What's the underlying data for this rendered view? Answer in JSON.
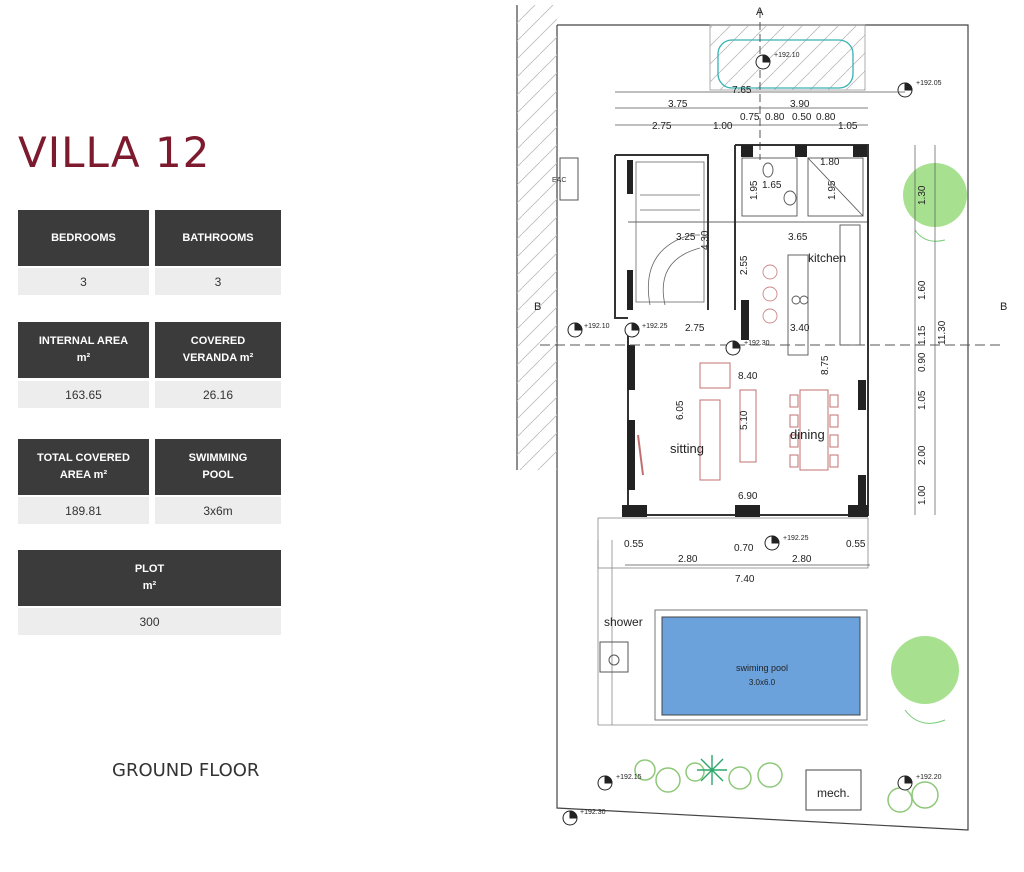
{
  "title": "VILLA 12",
  "specs": {
    "bedrooms": {
      "label": "BEDROOMS",
      "value": "3"
    },
    "bathrooms": {
      "label": "BATHROOMS",
      "value": "3"
    },
    "internal_area": {
      "label_1": "INTERNAL AREA",
      "label_2": "m²",
      "value": "163.65"
    },
    "covered_veranda": {
      "label_1": "COVERED",
      "label_2": "VERANDA m²",
      "value": "26.16"
    },
    "total_covered": {
      "label_1": "TOTAL COVERED",
      "label_2": "AREA m²",
      "value": "189.81"
    },
    "swimming_pool": {
      "label_1": "SWIMMING",
      "label_2": "POOL",
      "value": "3x6m"
    },
    "plot": {
      "label_1": "PLOT",
      "label_2": "m²",
      "value": "300"
    }
  },
  "floor_label": "GROUND FLOOR",
  "plan": {
    "section_a": "A",
    "section_b": "B",
    "rooms": {
      "kitchen": "kitchen",
      "sitting": "sitting",
      "dining": "dining",
      "shower": "shower",
      "pool_name": "swiming pool",
      "pool_size": "3.0x6.0",
      "mech": "mech.",
      "eac": "EAC"
    },
    "levels": {
      "parking": "+192.10",
      "top_right": "+192.05",
      "left_entry": "+192.10",
      "left_entry_2": "+192.25",
      "center": "+192.30",
      "veranda": "+192.25",
      "bottom_left": "+192.15",
      "bottom_right": "+192.20",
      "bottom_corner": "+192.30"
    },
    "dims": {
      "d_765": "7.65",
      "d_375": "3.75",
      "d_390": "3.90",
      "d_275_top": "2.75",
      "d_100": "1.00",
      "d_075": "0.75",
      "d_080a": "0.80",
      "d_050": "0.50",
      "d_080b": "0.80",
      "d_105": "1.05",
      "d_180": "1.80",
      "d_195a": "1.95",
      "d_165": "1.65",
      "d_195b": "1.95",
      "d_325": "3.25",
      "d_430": "4.30",
      "d_365": "3.65",
      "d_255": "2.55",
      "d_275_mid": "2.75",
      "d_340": "3.40",
      "d_840": "8.40",
      "d_875": "8.75",
      "d_605": "6.05",
      "d_510": "5.10",
      "d_690": "6.90",
      "d_055a": "0.55",
      "d_280a": "2.80",
      "d_070": "0.70",
      "d_280b": "2.80",
      "d_055b": "0.55",
      "d_740": "7.40",
      "r_130": "1.30",
      "r_160": "1.60",
      "r_115": "1.15",
      "r_090": "0.90",
      "r_105": "1.05",
      "r_200": "2.00",
      "r_100": "1.00",
      "r_1130": "11.30"
    }
  }
}
